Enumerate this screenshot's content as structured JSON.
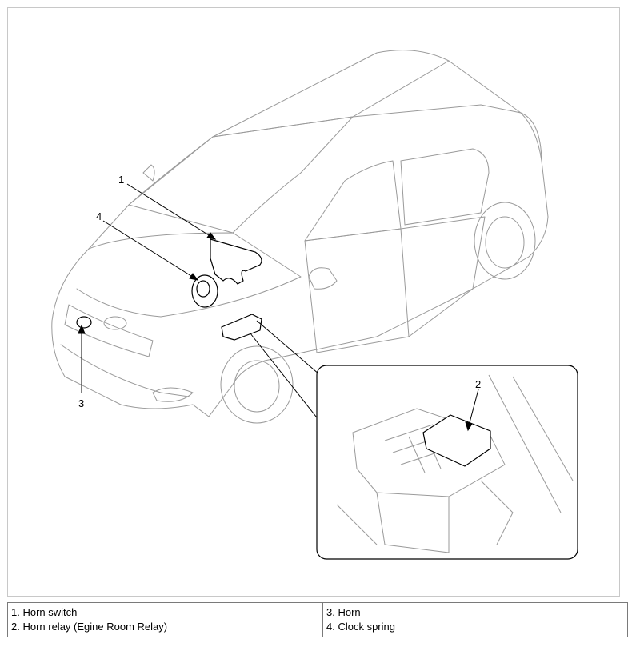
{
  "diagram": {
    "callouts": {
      "c1": "1",
      "c2": "2",
      "c3": "3",
      "c4": "4"
    }
  },
  "legend": {
    "left": [
      "1. Horn switch",
      "2. Horn relay (Egine Room Relay)"
    ],
    "right": [
      "3. Horn",
      "4. Clock spring"
    ]
  }
}
